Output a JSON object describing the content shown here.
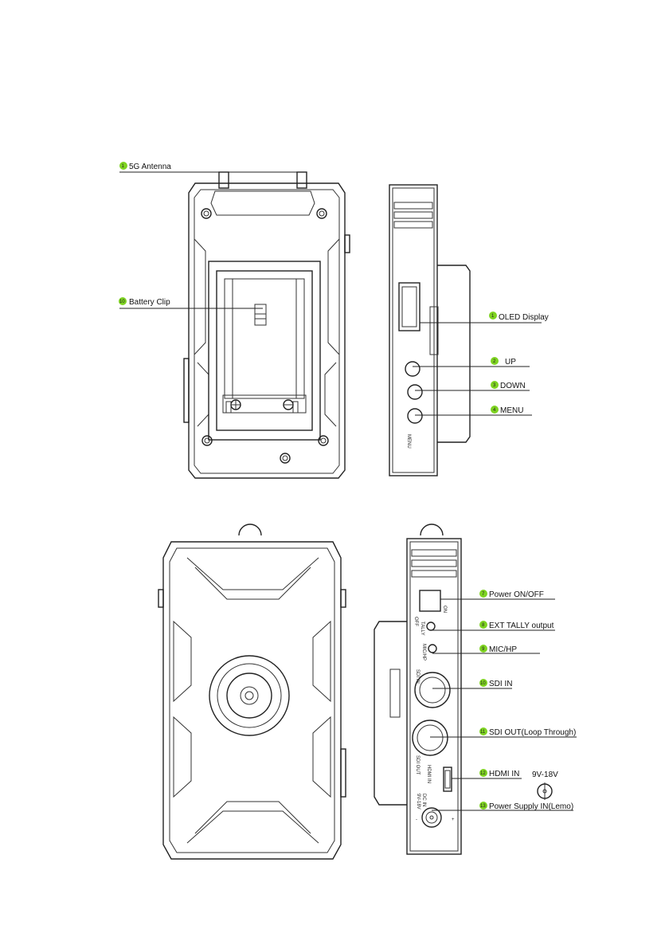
{
  "colors": {
    "badge": "#7ed321",
    "line": "#222222"
  },
  "callouts": [
    {
      "id": "antenna",
      "number": "1",
      "label": "5G Antenna"
    },
    {
      "id": "battery",
      "number": "10",
      "label": "Battery Clip"
    },
    {
      "id": "oled",
      "number": "1",
      "label": "OLED Display"
    },
    {
      "id": "up",
      "number": "2",
      "label": "UP"
    },
    {
      "id": "down",
      "number": "3",
      "label": "DOWN"
    },
    {
      "id": "menu",
      "number": "4",
      "label": "MENU"
    },
    {
      "id": "power",
      "number": "7",
      "label": "Power ON/OFF"
    },
    {
      "id": "tally",
      "number": "8",
      "label": "EXT TALLY output"
    },
    {
      "id": "mic",
      "number": "9",
      "label": "MIC/HP"
    },
    {
      "id": "sdiin",
      "number": "10",
      "label": "SDI IN"
    },
    {
      "id": "sdiout",
      "number": "11",
      "label": "SDI OUT(Loop Through)"
    },
    {
      "id": "hdmi",
      "number": "12",
      "label": "HDMI IN"
    },
    {
      "id": "psu",
      "number": "13",
      "label": "Power Supply IN(Lemo)"
    }
  ],
  "engravings": {
    "on": "ON",
    "off": "OFF",
    "tally": "TALLY",
    "mic": "MIC/HP",
    "sdi_in": "SDI IN",
    "sdi_out": "SDI OUT",
    "hdmi_in": "HDMI IN",
    "dc_in": "DC IN",
    "dc_range_small": "9V-18V",
    "menu": "MENU",
    "plus": "+",
    "minus": "-"
  },
  "voltage_note": "9V-18V"
}
